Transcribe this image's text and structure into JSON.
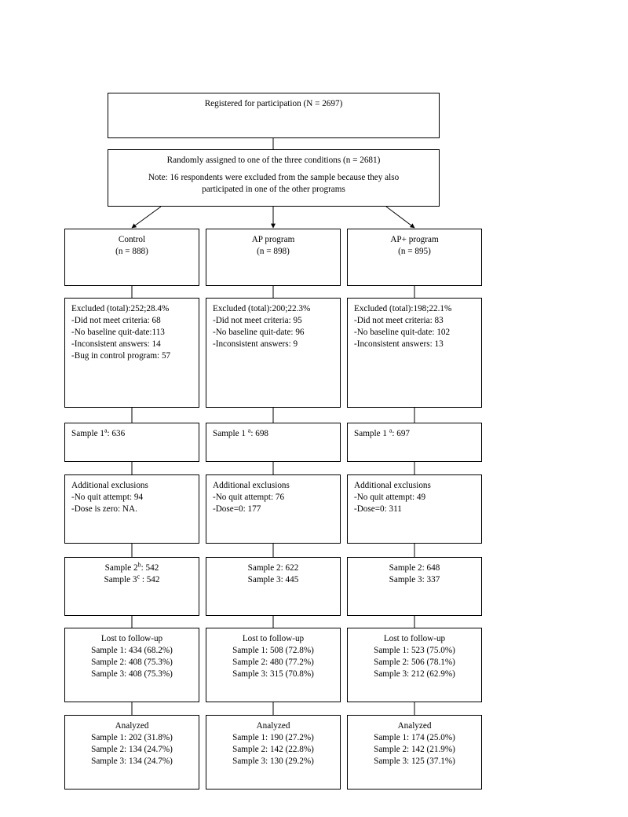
{
  "figure": {
    "type": "flow-diagram",
    "title": "CONSORT-style participant flow diagram",
    "top": [
      {
        "id": "registered",
        "lines": [
          "Registered for participation (N = 2697)"
        ]
      },
      {
        "id": "randomized",
        "lines": [
          "Randomly assigned to one of the three conditions (n = 2681)",
          "",
          "Note: 16  respondents were excluded from the sample because they also",
          "participated in one of the other programs"
        ]
      }
    ],
    "columns": [
      {
        "id": "control",
        "header": [
          "Control",
          "(n = 888)"
        ],
        "excluded": [
          "Excluded (total):252;28.4%",
          "-Did not meet criteria: 68",
          "-No baseline quit-date:113",
          "-Inconsistent answers: 14",
          "-Bug in control program: 57"
        ],
        "sample1": [
          "Sample 1|a|: 636"
        ],
        "additional": [
          "Additional exclusions",
          "-No quit attempt: 94",
          "-Dose is zero: NA."
        ],
        "samples23": [
          "Sample 2|b|: 542",
          "Sample 3|c| : 542"
        ],
        "lost": [
          "Lost to follow-up",
          "Sample 1: 434 (68.2%)",
          "Sample 2: 408 (75.3%)",
          "Sample 3: 408 (75.3%)"
        ],
        "analyzed": [
          "Analyzed",
          "Sample 1: 202 (31.8%)",
          "Sample 2: 134 (24.7%)",
          "Sample 3: 134 (24.7%)"
        ]
      },
      {
        "id": "ap",
        "header": [
          "AP program",
          "(n = 898)"
        ],
        "excluded": [
          "Excluded (total):200;22.3%",
          "-Did not meet criteria: 95",
          "-No baseline quit-date: 96",
          "-Inconsistent answers: 9"
        ],
        "sample1": [
          "Sample 1 |a|: 698"
        ],
        "additional": [
          "Additional exclusions",
          "-No quit attempt: 76",
          "-Dose=0: 177"
        ],
        "samples23": [
          "Sample 2: 622",
          "Sample 3: 445"
        ],
        "lost": [
          "Lost to follow-up",
          "Sample 1: 508 (72.8%)",
          "Sample 2: 480 (77.2%)",
          "Sample 3: 315 (70.8%)"
        ],
        "analyzed": [
          "Analyzed",
          "Sample 1: 190 (27.2%)",
          "Sample 2: 142 (22.8%)",
          "Sample 3: 130 (29.2%)"
        ]
      },
      {
        "id": "ap-plus",
        "header": [
          "AP+ program",
          "(n = 895)"
        ],
        "excluded": [
          "Excluded (total):198;22.1%",
          "-Did not meet criteria: 83",
          "-No baseline quit-date: 102",
          "-Inconsistent answers: 13"
        ],
        "sample1": [
          "Sample 1 |a|: 697"
        ],
        "additional": [
          "Additional exclusions",
          "-No quit attempt: 49",
          "-Dose=0: 311"
        ],
        "samples23": [
          "Sample 2: 648",
          "Sample 3: 337"
        ],
        "lost": [
          "Lost to follow-up",
          "Sample 1: 523 (75.0%)",
          "Sample 2: 506 (78.1%)",
          "Sample 3: 212 (62.9%)"
        ],
        "analyzed": [
          "Analyzed",
          "Sample 1: 174 (25.0%)",
          "Sample 2: 142 (21.9%)",
          "Sample 3: 125 (37.1%)"
        ]
      }
    ],
    "colors": {
      "border": "#000000",
      "background": "#ffffff",
      "text": "#000000"
    }
  }
}
